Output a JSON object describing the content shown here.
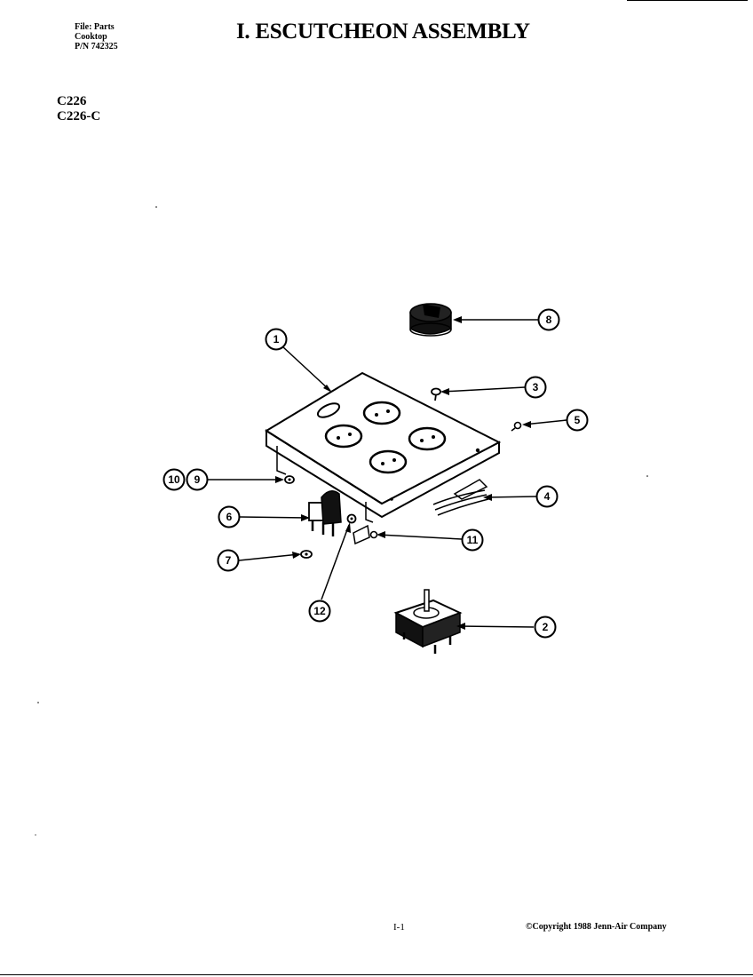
{
  "header": {
    "file_lines": [
      "File: Parts",
      "Cooktop",
      "P/N 742325"
    ],
    "title": "I. ESCUTCHEON ASSEMBLY",
    "models": [
      "C226",
      "C226-C"
    ]
  },
  "diagram": {
    "callouts": [
      "1",
      "2",
      "3",
      "4",
      "5",
      "6",
      "7",
      "8",
      "9",
      "10",
      "11",
      "12"
    ]
  },
  "footer": {
    "page_number": "I-1",
    "copyright": "©Copyright 1988 Jenn-Air Company"
  }
}
